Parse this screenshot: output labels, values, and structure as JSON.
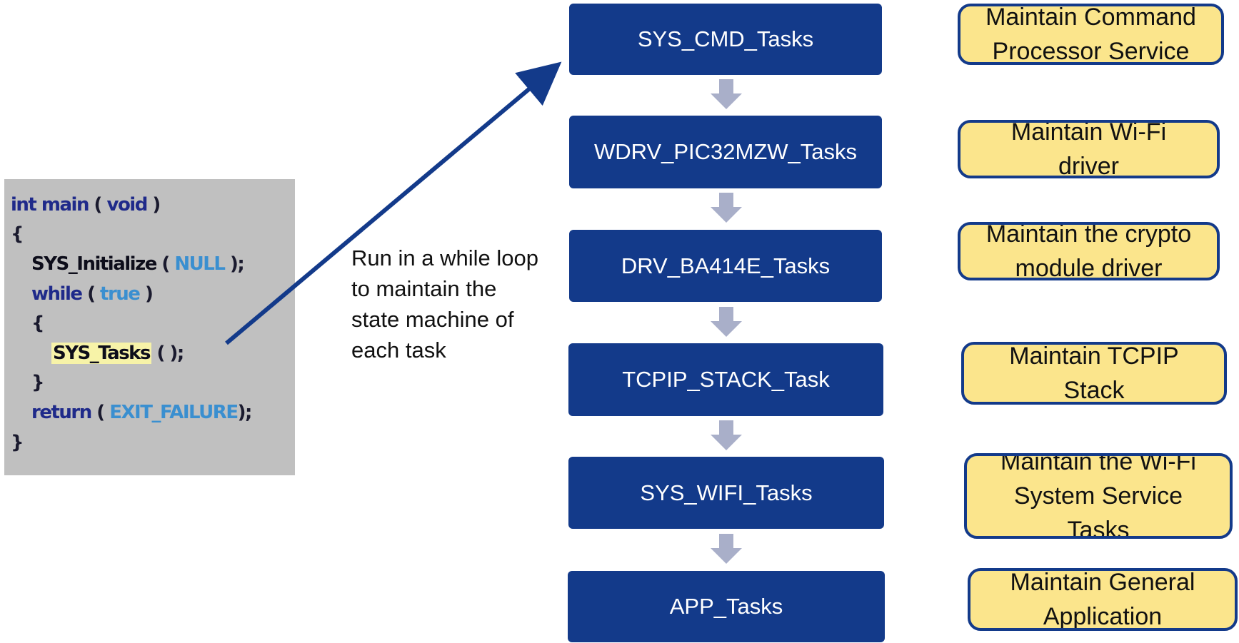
{
  "code": {
    "lines": [
      {
        "kw": "int",
        "fn": "main",
        "punc1": "(",
        "kw2": "void",
        "punc2": ")"
      },
      {
        "punc": "{"
      },
      {
        "fn": "SYS_Initialize",
        "punc1": "(",
        "const": "NULL",
        "punc2": ");"
      },
      {
        "kw": "while",
        "punc1": "(",
        "const": "true",
        "punc2": ")"
      },
      {
        "punc": "{"
      },
      {
        "fn": "SYS_Tasks",
        "punc": "( );"
      },
      {
        "punc": "}"
      },
      {
        "kw": "return",
        "punc1": "(",
        "const": "EXIT_FAILURE",
        "punc2": ");"
      },
      {
        "punc": "}"
      }
    ]
  },
  "annotation": {
    "lines": [
      "Run in a while loop",
      "to maintain the",
      "state machine of",
      "each task"
    ]
  },
  "tasks": [
    {
      "label": "SYS_CMD_Tasks",
      "note": [
        "Maintain Command",
        "Processor Service"
      ]
    },
    {
      "label": "WDRV_PIC32MZW_Tasks",
      "note": [
        "Maintain Wi-Fi",
        "driver"
      ]
    },
    {
      "label": "DRV_BA414E_Tasks",
      "note": [
        "Maintain the crypto",
        "module driver"
      ]
    },
    {
      "label": "TCPIP_STACK_Task",
      "note": [
        "Maintain TCPIP",
        "Stack"
      ]
    },
    {
      "label": "SYS_WIFI_Tasks",
      "note": [
        "Maintain the Wi-Fi",
        "System Service",
        "Tasks"
      ]
    },
    {
      "label": "APP_Tasks",
      "note": [
        "Maintain General",
        "Application"
      ]
    }
  ],
  "colors": {
    "task_box": "#133a8a",
    "note_fill": "#fbe58c",
    "note_border": "#133a8a",
    "code_bg": "#c0c0c0",
    "flow_arrow": "#a9afc9",
    "main_arrow": "#133a8a"
  }
}
